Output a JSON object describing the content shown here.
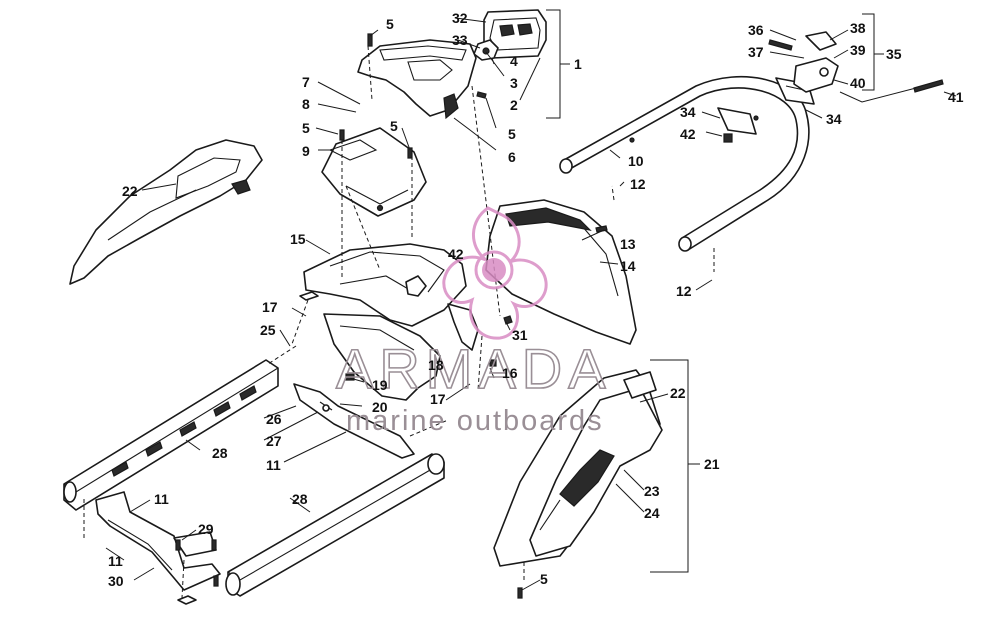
{
  "colors": {
    "line": "#1a1a1a",
    "watermark_pink": "#d98cc4",
    "watermark_grey": "#9a8f96"
  },
  "watermark": {
    "title": "ARMADA",
    "subtitle": "marine outboards"
  },
  "callouts": [
    {
      "id": "c1",
      "text": "1"
    },
    {
      "id": "c2",
      "text": "2"
    },
    {
      "id": "c3",
      "text": "3"
    },
    {
      "id": "c4",
      "text": "4"
    },
    {
      "id": "c5a",
      "text": "5"
    },
    {
      "id": "c5b",
      "text": "5"
    },
    {
      "id": "c5c",
      "text": "5"
    },
    {
      "id": "c5d",
      "text": "5"
    },
    {
      "id": "c5e",
      "text": "5"
    },
    {
      "id": "c6",
      "text": "6"
    },
    {
      "id": "c7",
      "text": "7"
    },
    {
      "id": "c8",
      "text": "8"
    },
    {
      "id": "c9",
      "text": "9"
    },
    {
      "id": "c10",
      "text": "10"
    },
    {
      "id": "c11a",
      "text": "11"
    },
    {
      "id": "c11b",
      "text": "11"
    },
    {
      "id": "c11c",
      "text": "11"
    },
    {
      "id": "c12a",
      "text": "12"
    },
    {
      "id": "c12b",
      "text": "12"
    },
    {
      "id": "c13",
      "text": "13"
    },
    {
      "id": "c14",
      "text": "14"
    },
    {
      "id": "c15",
      "text": "15"
    },
    {
      "id": "c16",
      "text": "16"
    },
    {
      "id": "c17a",
      "text": "17"
    },
    {
      "id": "c17b",
      "text": "17"
    },
    {
      "id": "c18",
      "text": "18"
    },
    {
      "id": "c19",
      "text": "19"
    },
    {
      "id": "c20",
      "text": "20"
    },
    {
      "id": "c21",
      "text": "21"
    },
    {
      "id": "c22a",
      "text": "22"
    },
    {
      "id": "c22b",
      "text": "22"
    },
    {
      "id": "c23",
      "text": "23"
    },
    {
      "id": "c24",
      "text": "24"
    },
    {
      "id": "c25",
      "text": "25"
    },
    {
      "id": "c26",
      "text": "26"
    },
    {
      "id": "c27",
      "text": "27"
    },
    {
      "id": "c28a",
      "text": "28"
    },
    {
      "id": "c28b",
      "text": "28"
    },
    {
      "id": "c29",
      "text": "29"
    },
    {
      "id": "c30",
      "text": "30"
    },
    {
      "id": "c31",
      "text": "31"
    },
    {
      "id": "c32",
      "text": "32"
    },
    {
      "id": "c33",
      "text": "33"
    },
    {
      "id": "c34a",
      "text": "34"
    },
    {
      "id": "c34b",
      "text": "34"
    },
    {
      "id": "c35",
      "text": "35"
    },
    {
      "id": "c36",
      "text": "36"
    },
    {
      "id": "c37",
      "text": "37"
    },
    {
      "id": "c38",
      "text": "38"
    },
    {
      "id": "c39",
      "text": "39"
    },
    {
      "id": "c40",
      "text": "40"
    },
    {
      "id": "c41",
      "text": "41"
    },
    {
      "id": "c42a",
      "text": "42"
    },
    {
      "id": "c42b",
      "text": "42"
    }
  ]
}
